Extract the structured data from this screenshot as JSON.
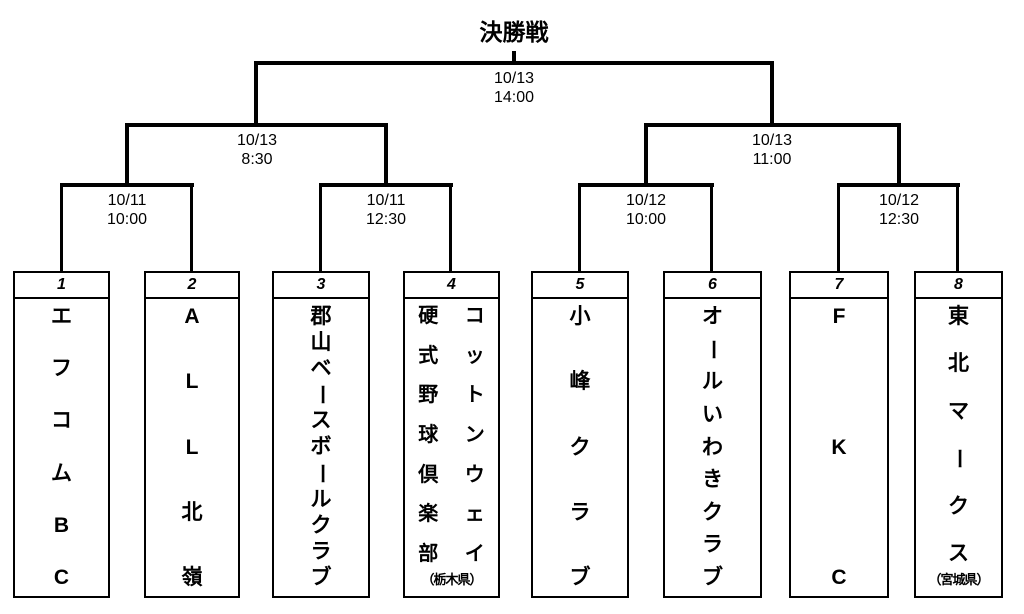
{
  "title": "決勝戦",
  "matches": {
    "final": {
      "date": "10/13",
      "time": "14:00"
    },
    "semifinals": [
      {
        "date": "10/13",
        "time": "8:30"
      },
      {
        "date": "10/13",
        "time": "11:00"
      }
    ],
    "quarterfinals": [
      {
        "date": "10/11",
        "time": "10:00"
      },
      {
        "date": "10/11",
        "time": "12:30"
      },
      {
        "date": "10/12",
        "time": "10:00"
      },
      {
        "date": "10/12",
        "time": "12:30"
      }
    ]
  },
  "teams": [
    {
      "seed": "1",
      "name": "エフコムBC"
    },
    {
      "seed": "2",
      "name": "ALL北嶺"
    },
    {
      "seed": "3",
      "name": "郡山ベースボールクラブ"
    },
    {
      "seed": "4",
      "name": "コットンウェイ",
      "name2": "硬式野球倶楽部",
      "note": "（栃木県）"
    },
    {
      "seed": "5",
      "name": "小峰クラブ"
    },
    {
      "seed": "6",
      "name": "オールいわきクラブ"
    },
    {
      "seed": "7",
      "name": "FKC"
    },
    {
      "seed": "8",
      "name": "東北マークス",
      "note": "（宮城県）"
    }
  ],
  "colors": {
    "line": "#000000",
    "background": "#ffffff",
    "text": "#000000"
  }
}
